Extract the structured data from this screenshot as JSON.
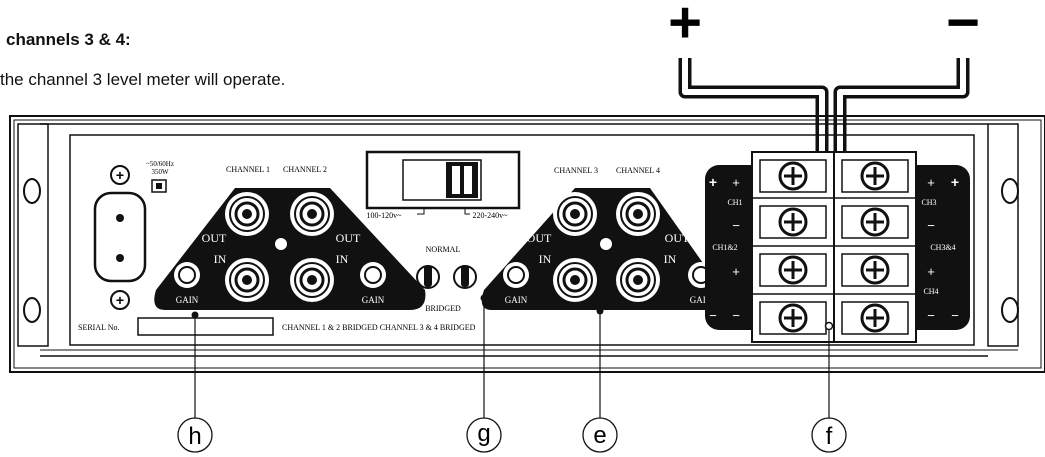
{
  "header": {
    "title": "channels 3 & 4:",
    "text": "the channel 3 level meter will operate."
  },
  "power": {
    "plus_symbol": "+",
    "minus_symbol": "−"
  },
  "panel": {
    "mains_rating_line1": "~50/60Hz",
    "mains_rating_line2": "350W",
    "channel1_label": "CHANNEL 1",
    "channel2_label": "CHANNEL 2",
    "channel3_label": "CHANNEL 3",
    "channel4_label": "CHANNEL 4",
    "voltage_low": "100-120v~",
    "voltage_high": "220-240v~",
    "out_label": "OUT",
    "in_label": "IN",
    "gain_label": "GAIN",
    "normal_label": "NORMAL",
    "bridged_label": "BRIDGED",
    "serial_label": "SERIAL No.",
    "bridged_footer": "CHANNEL 1 & 2 BRIDGED CHANNEL 3 & 4 BRIDGED",
    "terminal_plus": "+",
    "terminal_minus": "−",
    "ch1": "CH1",
    "ch3": "CH3",
    "ch1and2": "CH1&2",
    "ch3and4": "CH3&4",
    "ch4": "CH4"
  },
  "callouts": [
    "h",
    "g",
    "e",
    "f"
  ]
}
